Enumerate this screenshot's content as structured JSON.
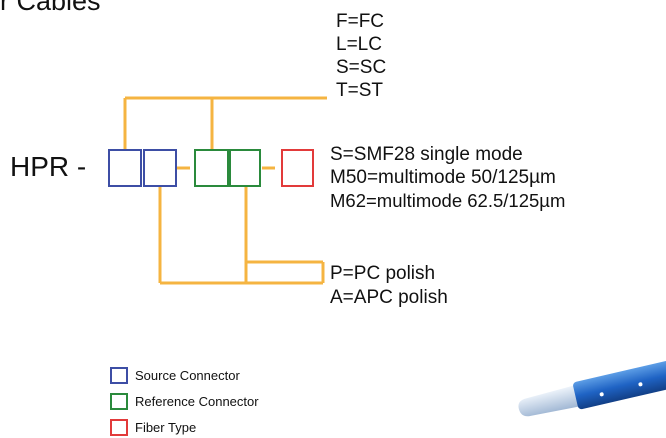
{
  "header": {
    "title": "r Cables"
  },
  "part_number": {
    "prefix": "HPR -"
  },
  "connector_options": [
    "F=FC",
    "L=LC",
    "S=SC",
    "T=ST"
  ],
  "fiber_options": [
    "S=SMF28 single mode",
    "M50=multimode 50/125µm",
    "M62=multimode 62.5/125µm"
  ],
  "polish_options": [
    "P=PC polish",
    "A=APC polish"
  ],
  "legend": [
    {
      "label": "Source Connector",
      "color": "#3d4ea5"
    },
    {
      "label": "Reference Connector",
      "color": "#2a8a3c"
    },
    {
      "label": "Fiber Type",
      "color": "#e23a3a"
    }
  ],
  "colors": {
    "wire": "#f5b441",
    "source": "#3d4ea5",
    "reference": "#2a8a3c",
    "fiber": "#e23a3a"
  },
  "icons": {
    "product": "fiber-cable-icon"
  }
}
